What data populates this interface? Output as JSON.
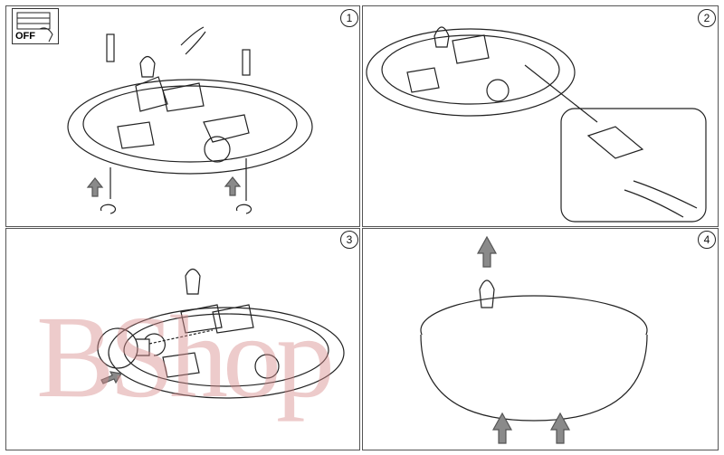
{
  "steps": [
    {
      "number": "1"
    },
    {
      "number": "2"
    },
    {
      "number": "3"
    },
    {
      "number": "4"
    }
  ],
  "power_switch": {
    "label": "OFF"
  },
  "watermark": {
    "text": "BShop"
  },
  "colors": {
    "line": "#222222",
    "arrow": "#8a8a8a",
    "watermark": "#d68c8c"
  }
}
